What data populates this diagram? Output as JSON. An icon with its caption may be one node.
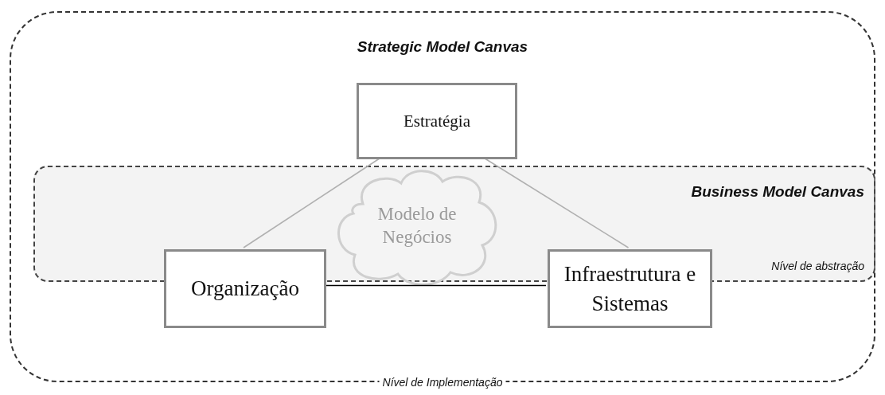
{
  "diagram": {
    "nodes": [
      {
        "text": [
          "Strategic Model Canvas",
          "Nível de Implementação"
        ]
      },
      {
        "text": [
          "Estratégia"
        ],
        "in": 0
      },
      {
        "text": [
          "Business Model Canvas",
          "Nível de abstração"
        ],
        "in": 0
      },
      {
        "text": [
          "Modelo de Negócios"
        ],
        "in": 2
      },
      {
        "text": [
          "Organização"
        ],
        "in": 0
      },
      {
        "text": [
          "Infraestrutura e Sistemas"
        ],
        "in": 0
      }
    ],
    "edges": [
      {
        "from": 1,
        "to": 4,
        "arrow": "none"
      },
      {
        "from": 1,
        "to": 5,
        "arrow": "none"
      },
      {
        "from": 4,
        "to": 5,
        "arrow": "none",
        "color": "#000000"
      }
    ]
  }
}
